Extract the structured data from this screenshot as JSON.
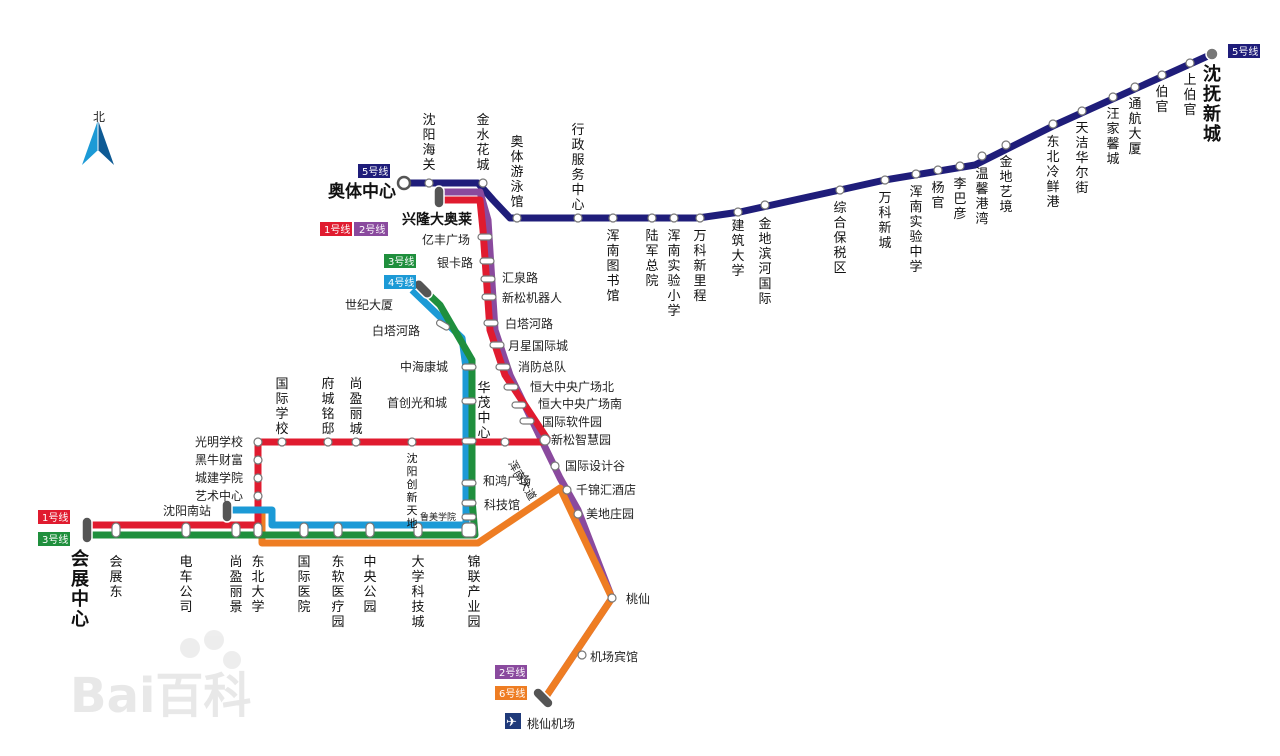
{
  "colors": {
    "line1": "#e01b2f",
    "line2": "#8a4a9e",
    "line3": "#1f8f3d",
    "line4": "#1c9ad6",
    "line5": "#1f1d7a",
    "line6": "#ee7d23"
  },
  "icons": {
    "compass": "north-arrow-icon",
    "airport": "airplane-icon",
    "watermark": "baidu-baike-logo"
  },
  "compass_label": "北",
  "watermark_text": "Bai百科",
  "badges": [
    {
      "id": "b5a",
      "text": "5号线",
      "line": "line5"
    },
    {
      "id": "b5b",
      "text": "5号线",
      "line": "line5"
    },
    {
      "id": "b1a",
      "text": "1号线",
      "line": "line1"
    },
    {
      "id": "b2a",
      "text": "2号线",
      "line": "line2"
    },
    {
      "id": "b3a",
      "text": "3号线",
      "line": "line3"
    },
    {
      "id": "b4a",
      "text": "4号线",
      "line": "line4"
    },
    {
      "id": "b1b",
      "text": "1号线",
      "line": "line1"
    },
    {
      "id": "b3b",
      "text": "3号线",
      "line": "line3"
    },
    {
      "id": "b2b",
      "text": "2号线",
      "line": "line2"
    },
    {
      "id": "b6a",
      "text": "6号线",
      "line": "line6"
    }
  ],
  "stations": [
    {
      "id": "aoti",
      "name": "奥体中心",
      "style": "big"
    },
    {
      "id": "xinglong",
      "name": "兴隆大奥莱",
      "style": "term"
    },
    {
      "id": "fushun",
      "name": "沈抚新城",
      "style": "big"
    },
    {
      "id": "huizhan",
      "name": "会展中心",
      "style": "big"
    },
    {
      "id": "taoxianjc",
      "name": "桃仙机场",
      "style": "st"
    },
    {
      "id": "shhaiguan",
      "name": "沈阳海关",
      "style": "st"
    },
    {
      "id": "jsh",
      "name": "金水花城",
      "style": "st"
    },
    {
      "id": "aoyong",
      "name": "奥体游泳馆",
      "style": "st"
    },
    {
      "id": "xingzheng",
      "name": "行政服务中心",
      "style": "st"
    },
    {
      "id": "hunnan_tsg",
      "name": "浑南图书馆",
      "style": "st"
    },
    {
      "id": "lujun",
      "name": "陆军总院",
      "style": "st"
    },
    {
      "id": "hunnan_sy",
      "name": "浑南实验小学",
      "style": "st"
    },
    {
      "id": "wanke_xlc",
      "name": "万科新里程",
      "style": "st"
    },
    {
      "id": "jianzhu",
      "name": "建筑大学",
      "style": "st"
    },
    {
      "id": "jindi_bh",
      "name": "金地滨河国际",
      "style": "st"
    },
    {
      "id": "zonghe",
      "name": "综合保税区",
      "style": "st"
    },
    {
      "id": "wanke_xc",
      "name": "万科新城",
      "style": "st"
    },
    {
      "id": "hunnan_syzx",
      "name": "浑南实验中学",
      "style": "st"
    },
    {
      "id": "yangguan",
      "name": "杨官",
      "style": "st"
    },
    {
      "id": "libayan",
      "name": "李巴彦",
      "style": "st"
    },
    {
      "id": "wenxin",
      "name": "温馨港湾",
      "style": "st"
    },
    {
      "id": "jindi_yj",
      "name": "金地艺境",
      "style": "st"
    },
    {
      "id": "dongbei_lx",
      "name": "东北冷鲜港",
      "style": "st"
    },
    {
      "id": "tianjie",
      "name": "天洁华尔街",
      "style": "st"
    },
    {
      "id": "wangjia",
      "name": "汪家馨城",
      "style": "st"
    },
    {
      "id": "tonghang",
      "name": "通航大厦",
      "style": "st"
    },
    {
      "id": "boguan",
      "name": "伯官",
      "style": "st"
    },
    {
      "id": "shangboguan",
      "name": "上伯官",
      "style": "st"
    },
    {
      "id": "yifeng",
      "name": "亿丰广场",
      "style": "st"
    },
    {
      "id": "yinka",
      "name": "银卡路",
      "style": "st"
    },
    {
      "id": "huiquan",
      "name": "汇泉路",
      "style": "st"
    },
    {
      "id": "xinsong_jqr",
      "name": "新松机器人",
      "style": "st"
    },
    {
      "id": "baita2",
      "name": "白塔河路",
      "style": "st"
    },
    {
      "id": "yuexing",
      "name": "月星国际城",
      "style": "st"
    },
    {
      "id": "xiaofang",
      "name": "消防总队",
      "style": "st"
    },
    {
      "id": "hengda_n",
      "name": "恒大中央广场北",
      "style": "st"
    },
    {
      "id": "hengda_s",
      "name": "恒大中央广场南",
      "style": "st"
    },
    {
      "id": "guoji_rj",
      "name": "国际软件园",
      "style": "st"
    },
    {
      "id": "xinsong_zh",
      "name": "新松智慧园",
      "style": "st"
    },
    {
      "id": "guoji_sj",
      "name": "国际设计谷",
      "style": "st"
    },
    {
      "id": "qianjin",
      "name": "千锦汇酒店",
      "style": "st"
    },
    {
      "id": "meidi",
      "name": "美地庄园",
      "style": "st"
    },
    {
      "id": "taoxian",
      "name": "桃仙",
      "style": "st"
    },
    {
      "id": "jichang_bg",
      "name": "机场宾馆",
      "style": "st"
    },
    {
      "id": "shiji",
      "name": "世纪大厦",
      "style": "st"
    },
    {
      "id": "baita4",
      "name": "白塔河路",
      "style": "st"
    },
    {
      "id": "zhonghai",
      "name": "中海康城",
      "style": "st"
    },
    {
      "id": "shouchuang",
      "name": "首创光和城",
      "style": "st"
    },
    {
      "id": "huamao",
      "name": "华茂中心",
      "style": "st"
    },
    {
      "id": "hehong",
      "name": "和鸿广场",
      "style": "st"
    },
    {
      "id": "kejiguan",
      "name": "科技馆",
      "style": "st"
    },
    {
      "id": "luxun",
      "name": "鲁美学院",
      "style": "st"
    },
    {
      "id": "hunnan_dd",
      "name": "浑南大道",
      "style": "st"
    },
    {
      "id": "guoji_xx",
      "name": "国际学校",
      "style": "st"
    },
    {
      "id": "fucheng",
      "name": "府城铭邸",
      "style": "st"
    },
    {
      "id": "shangying_l",
      "name": "尚盈丽城",
      "style": "st"
    },
    {
      "id": "guangming",
      "name": "光明学校",
      "style": "st"
    },
    {
      "id": "heiniu",
      "name": "黑牛财富",
      "style": "st"
    },
    {
      "id": "chengjian",
      "name": "城建学院",
      "style": "st"
    },
    {
      "id": "yishu",
      "name": "艺术中心",
      "style": "st"
    },
    {
      "id": "shenyang_nz",
      "name": "沈阳南站",
      "style": "st"
    },
    {
      "id": "shenyang_cx",
      "name": "沈阳创新天地",
      "style": "st"
    },
    {
      "id": "huizhan_d",
      "name": "会展东",
      "style": "st"
    },
    {
      "id": "dianche",
      "name": "电车公司",
      "style": "st"
    },
    {
      "id": "shangying_j",
      "name": "尚盈丽景",
      "style": "st"
    },
    {
      "id": "dongbei_dx",
      "name": "东北大学",
      "style": "st"
    },
    {
      "id": "guoji_yy",
      "name": "国际医院",
      "style": "st"
    },
    {
      "id": "dongruan",
      "name": "东软医疗园",
      "style": "st"
    },
    {
      "id": "zhongyang",
      "name": "中央公园",
      "style": "st"
    },
    {
      "id": "daxue_kj",
      "name": "大学科技城",
      "style": "st"
    },
    {
      "id": "jinlian",
      "name": "锦联产业园",
      "style": "st"
    }
  ]
}
